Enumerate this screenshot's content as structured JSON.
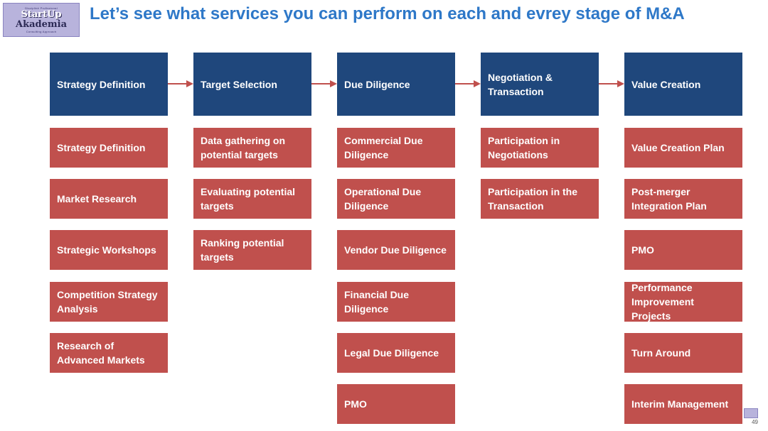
{
  "logo": {
    "top_small": "Discipliné Profissional",
    "line1": "StartUp",
    "line2": "Akademia",
    "bottom_small": "Consulting Approach"
  },
  "title": "Let’s see what services you can perform on each and evrey stage of M&A",
  "colors": {
    "title": "#2e78c8",
    "stage_header": "#1f477c",
    "service_box": "#c0504d",
    "arrow": "#c0504d"
  },
  "columns": [
    {
      "header": "Strategy Definition",
      "services": [
        "Strategy Definition",
        "Market Research",
        "Strategic Workshops",
        "Competition Strategy Analysis",
        "Research of Advanced Markets"
      ]
    },
    {
      "header": "Target Selection",
      "services": [
        "Data gathering on potential targets",
        "Evaluating potential targets",
        "Ranking potential targets"
      ]
    },
    {
      "header": "Due Diligence",
      "services": [
        "Commercial Due Diligence",
        "Operational Due Diligence",
        "Vendor Due Diligence",
        "Financial Due Diligence",
        "Legal Due Diligence",
        "PMO"
      ]
    },
    {
      "header": "Negotiation & Transaction",
      "services": [
        "Participation in Negotiations",
        "Participation in the Transaction"
      ]
    },
    {
      "header": "Value Creation",
      "services": [
        "Value Creation Plan",
        "Post-merger Integration Plan",
        "PMO",
        "Performance Improvement Projects",
        "Turn Around",
        "Interim Management"
      ]
    }
  ],
  "page_number": "49"
}
